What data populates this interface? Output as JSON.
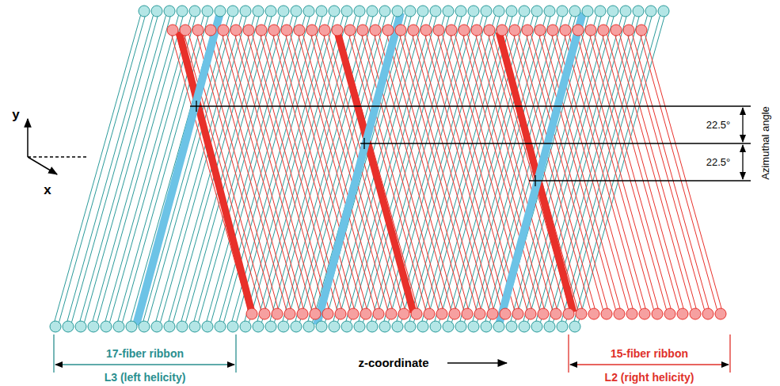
{
  "diagram": {
    "labels": [
      "y",
      "x",
      "z-coordinate",
      "17-fiber ribbon",
      "L3 (left helicity)",
      "15-fiber ribbon",
      "L2 (right helicity)",
      "22.5°",
      "22.5°",
      "Azimuthal angle"
    ]
  }
}
